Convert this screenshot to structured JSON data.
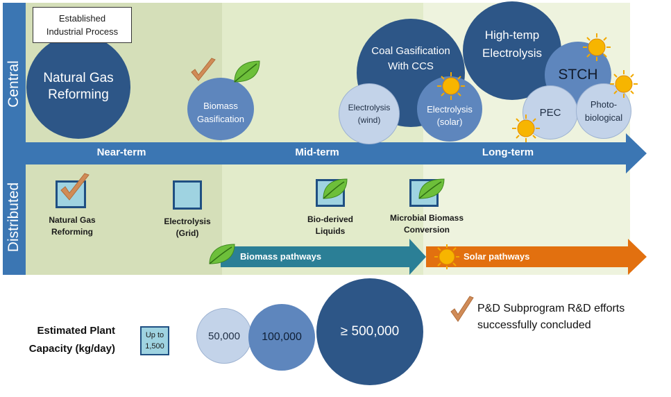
{
  "rows": {
    "central": "Central",
    "distributed": "Distributed"
  },
  "established_box": "Established\nIndustrial Process",
  "terms": {
    "near": "Near-term",
    "mid": "Mid-term",
    "long": "Long-term"
  },
  "central": {
    "natural_gas_reforming": "Natural Gas\nReforming",
    "biomass_gasification": "Biomass\nGasification",
    "coal_gasification": "Coal Gasification\nWith CCS",
    "electrolysis_wind": "Electrolysis\n(wind)",
    "electrolysis_solar": "Electrolysis\n(solar)",
    "high_temp_electrolysis": "High-temp\nElectrolysis",
    "stch": "STCH",
    "pec": "PEC",
    "photobiological": "Photo-\nbiological"
  },
  "distributed": {
    "natural_gas_reforming": "Natural Gas\nReforming",
    "electrolysis_grid": "Electrolysis\n(Grid)",
    "bio_derived_liquids": "Bio-derived\nLiquids",
    "microbial_biomass": "Microbial Biomass\nConversion"
  },
  "pathways": {
    "biomass": "Biomass pathways",
    "solar": "Solar pathways"
  },
  "capacity": {
    "label": "Estimated Plant\nCapacity (kg/day)",
    "small_box": "Up to\n1,500",
    "c50": "50,000",
    "c100": "100,000",
    "c500": "≥ 500,000"
  },
  "legend": {
    "check_text": "P&D Subprogram R&D efforts\nsuccessfully concluded"
  },
  "icons": [
    "checkmark-icon",
    "leaf-icon",
    "sun-icon"
  ],
  "colors": {
    "row_band": "#3b76b3",
    "zone_near": "#d5dfb9",
    "zone_mid": "#e2ebca",
    "zone_long": "#eef3de",
    "dark_circle": "#2d5687",
    "mid_circle": "#5e86bd",
    "light_circle": "#c3d3e9",
    "biomass_arrow": "#2b7f96",
    "solar_arrow": "#e2700f",
    "checkmark": "#d08b57"
  }
}
